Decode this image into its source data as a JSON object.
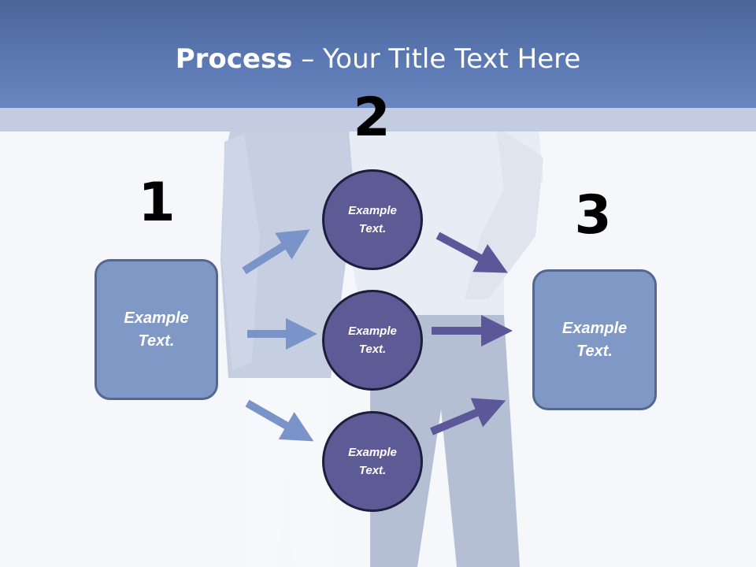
{
  "slide": {
    "title_bold": "Process",
    "title_rest": " – Your Title Text Here"
  },
  "steps": {
    "one": {
      "number": "1",
      "text_line1": "Example",
      "text_line2": "Text."
    },
    "two": {
      "number": "2",
      "circles": [
        {
          "text_line1": "Example",
          "text_line2": "Text."
        },
        {
          "text_line1": "Example",
          "text_line2": "Text."
        },
        {
          "text_line1": "Example",
          "text_line2": "Text."
        }
      ]
    },
    "three": {
      "number": "3",
      "text_line1": "Example",
      "text_line2": "Text."
    }
  },
  "colors": {
    "header": "#5b78b3",
    "band": "#c4cce1",
    "box_fill": "#7f98c6",
    "circle_fill": "#5e5a96",
    "arrow_light": "#7a93c8",
    "arrow_dark": "#5b5799"
  }
}
